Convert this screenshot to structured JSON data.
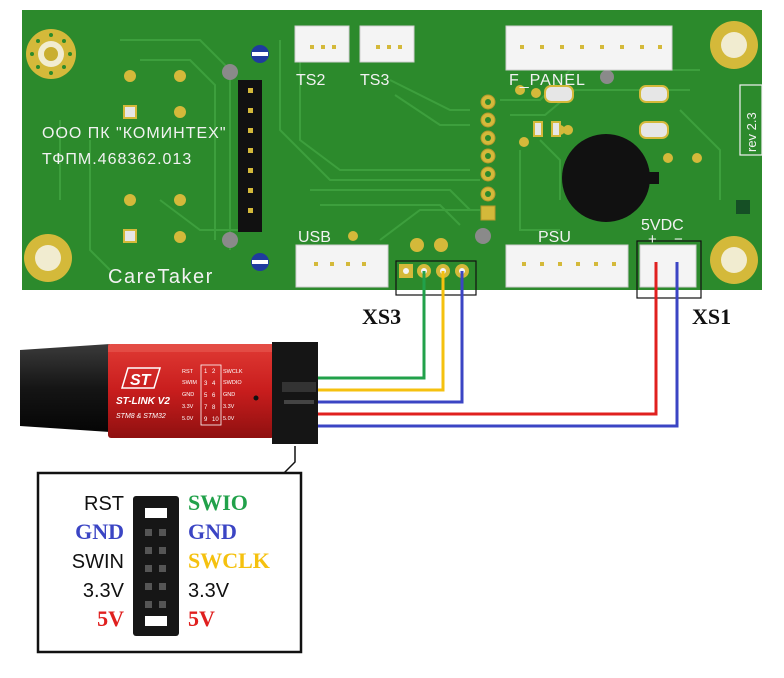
{
  "board": {
    "company": "ООО ПК \"КОМИНТЕХ\"",
    "part_number": "ТФПМ.468362.013",
    "product": "CareTaker",
    "revision": "rev 2.3",
    "connectors": {
      "ts2": "TS2",
      "ts3": "TS3",
      "f_panel": "F_PANEL",
      "usb": "USB",
      "psu": "PSU",
      "vdc": "5VDC",
      "plus": "+",
      "minus": "−"
    }
  },
  "callouts": {
    "xs3": "XS3",
    "xs1": "XS1"
  },
  "programmer": {
    "brand": "ST",
    "model": "ST-LINK V2",
    "subtitle": "STM8 & STM32",
    "pins_left": [
      "RST",
      "SWIM",
      "GND",
      "3.3V",
      "5.0V"
    ],
    "pins_right": [
      "SWCLK",
      "SWDIO",
      "GND",
      "3.3V",
      "5.0V"
    ],
    "pin_numbers_left": [
      "1",
      "3",
      "5",
      "7",
      "9"
    ],
    "pin_numbers_right": [
      "2",
      "4",
      "6",
      "8",
      "10"
    ]
  },
  "pinout": {
    "left": [
      {
        "label": "RST",
        "color": "#111111"
      },
      {
        "label": "GND",
        "color": "#3b45c4"
      },
      {
        "label": "SWIN",
        "color": "#111111"
      },
      {
        "label": "3.3V",
        "color": "#111111"
      },
      {
        "label": "5V",
        "color": "#e0201f"
      }
    ],
    "right": [
      {
        "label": "SWIO",
        "color": "#21a14a"
      },
      {
        "label": "GND",
        "color": "#3b45c4"
      },
      {
        "label": "SWCLK",
        "color": "#f5c10f"
      },
      {
        "label": "3.3V",
        "color": "#111111"
      },
      {
        "label": "5V",
        "color": "#e0201f"
      }
    ]
  },
  "colors": {
    "pcb": "#2c8a2c",
    "wire_green": "#21a14a",
    "wire_yellow": "#f5c10f",
    "wire_blue": "#3b45c4",
    "wire_red": "#e0201f",
    "programmer_red": "#c81d1d"
  }
}
